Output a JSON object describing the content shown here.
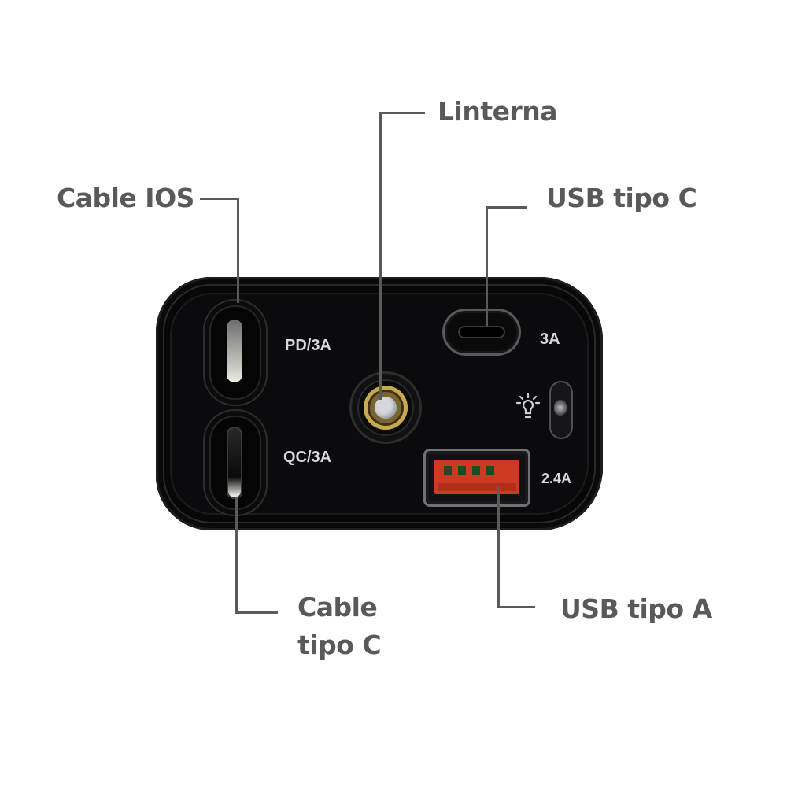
{
  "diagram": {
    "type": "labeled-product-photo",
    "subject": "car charger port panel",
    "callouts": [
      {
        "id": "linterna",
        "label": "Linterna"
      },
      {
        "id": "cable_ios",
        "label": "Cable IOS"
      },
      {
        "id": "usb_tipo_c",
        "label": "USB tipo C"
      },
      {
        "id": "cable_tipo_c",
        "label_line1": "Cable",
        "label_line2": "tipo C"
      },
      {
        "id": "usb_tipo_a",
        "label": "USB tipo A"
      }
    ],
    "device_markings": {
      "pd": "PD/3A",
      "qc": "QC/3A",
      "usbc_rating": "3A",
      "usba_rating": "2.4A",
      "flashlight_icon": "bulb-icon"
    },
    "colors": {
      "label_text": "#595959",
      "leader_line": "#5a5a5a",
      "device_body": "#070708",
      "usb_a_tongue": "#cc3a22",
      "flashlight_ring": "#c9a94f"
    }
  }
}
